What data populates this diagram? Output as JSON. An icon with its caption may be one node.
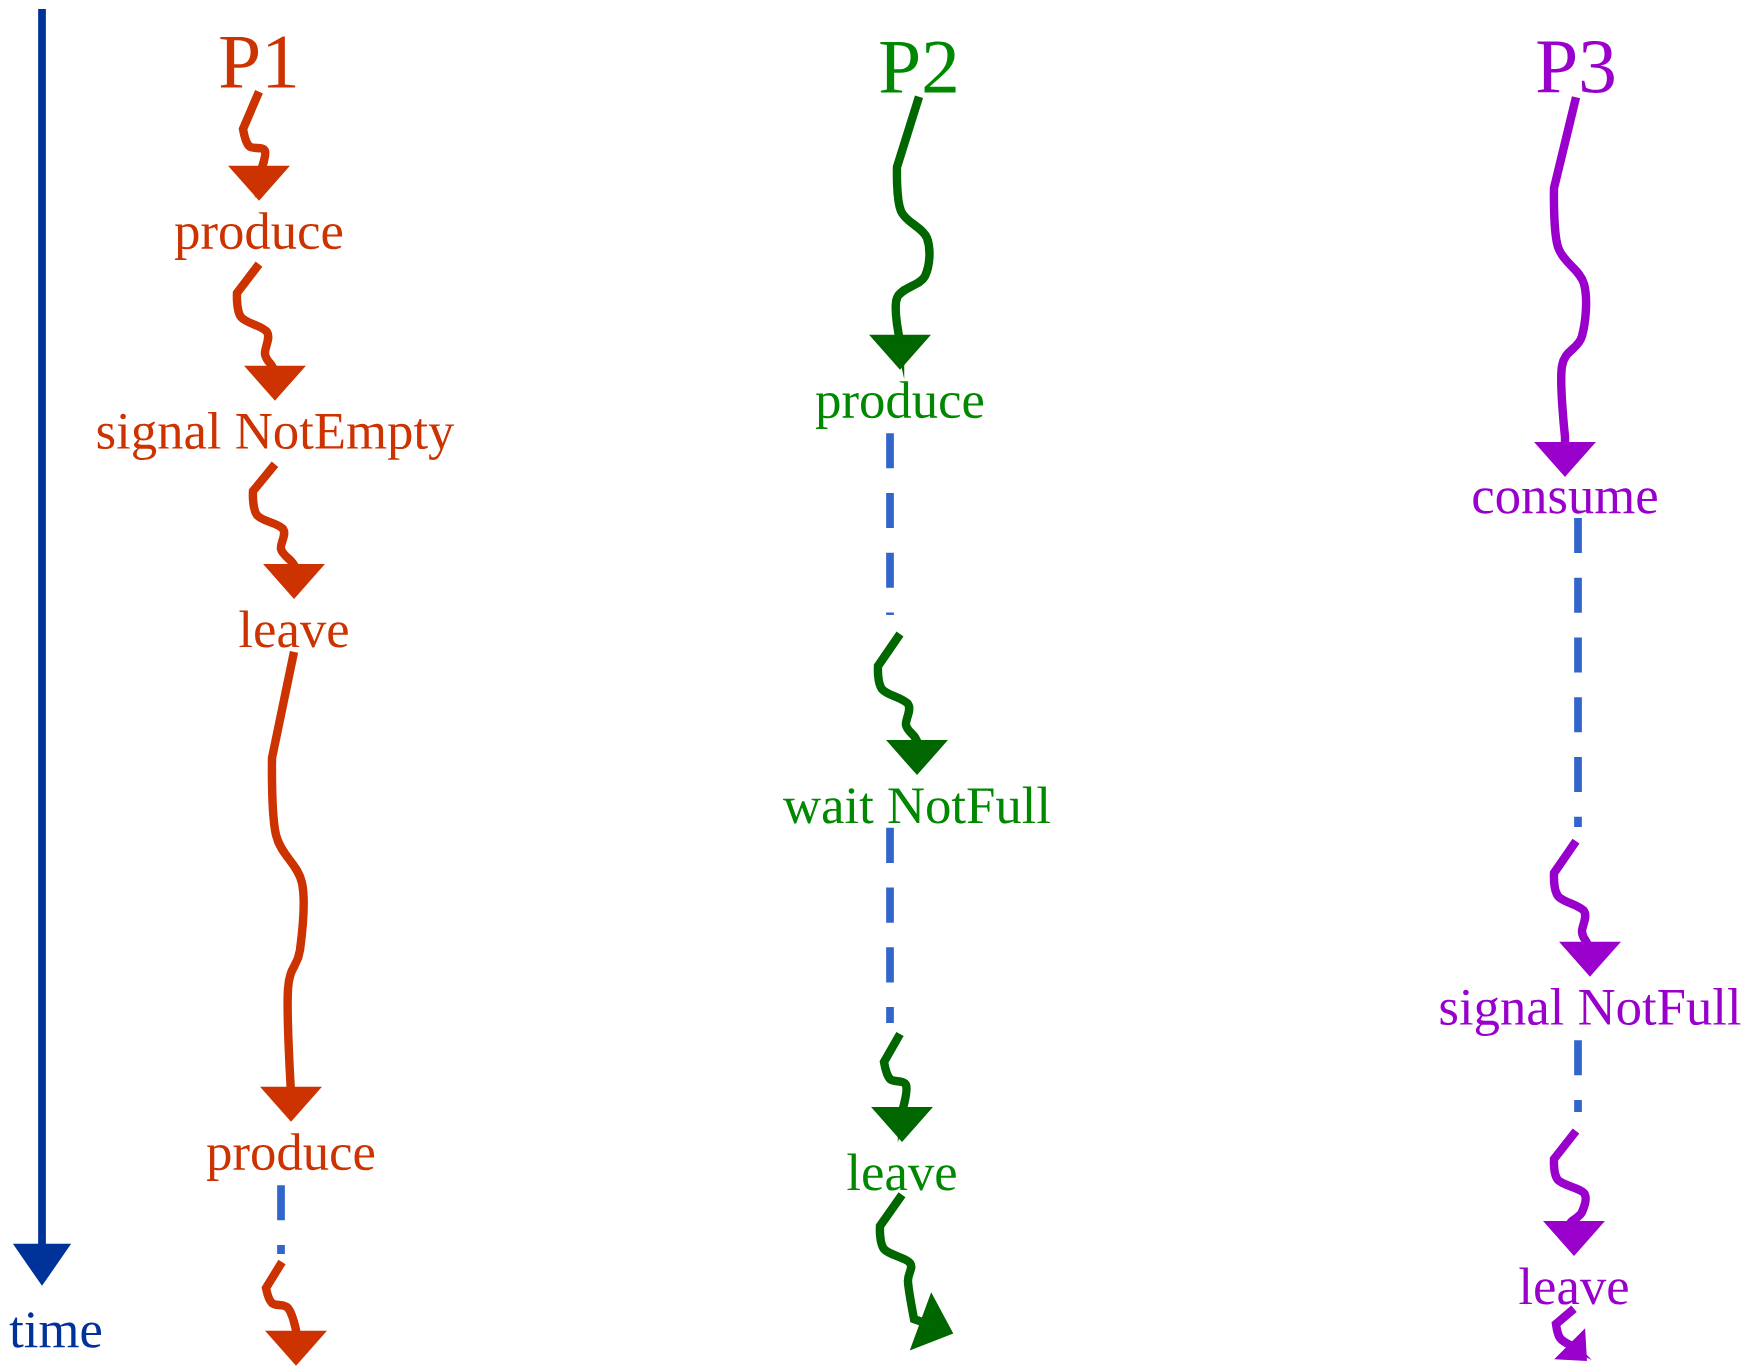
{
  "diagram": {
    "nodes": [
      {
        "text": [
          "P1"
        ]
      },
      {
        "text": [
          "produce"
        ]
      },
      {
        "text": [
          "signal NotEmpty"
        ]
      },
      {
        "text": [
          "leave"
        ]
      },
      {
        "text": [
          "produce"
        ]
      },
      {
        "text": [
          "P2"
        ]
      },
      {
        "text": [
          "produce"
        ]
      },
      {
        "text": [
          "wait NotFull"
        ]
      },
      {
        "text": [
          "leave"
        ]
      },
      {
        "text": [
          "P3"
        ]
      },
      {
        "text": [
          "consume"
        ]
      },
      {
        "text": [
          "signal NotFull"
        ]
      },
      {
        "text": [
          "leave"
        ]
      }
    ],
    "edges": [
      {
        "from": 0,
        "to": 1,
        "arrow": "to",
        "color": "#cc3300"
      },
      {
        "from": 1,
        "to": 2,
        "arrow": "to",
        "color": "#cc3300"
      },
      {
        "from": 2,
        "to": 3,
        "arrow": "to",
        "color": "#cc3300"
      },
      {
        "from": 3,
        "to": 4,
        "arrow": "to",
        "color": "#cc3300"
      },
      {
        "from": 4,
        "to": null,
        "arrow": "none",
        "style": "dashed",
        "color": "#3366cc"
      },
      {
        "from": 5,
        "to": 6,
        "arrow": "to",
        "color": "#006600"
      },
      {
        "from": 6,
        "to": null,
        "arrow": "none",
        "style": "dashed",
        "color": "#3366cc"
      },
      {
        "from": null,
        "to": 7,
        "arrow": "to",
        "color": "#006600"
      },
      {
        "from": 7,
        "to": null,
        "arrow": "none",
        "style": "dashed",
        "color": "#3366cc"
      },
      {
        "from": null,
        "to": 8,
        "arrow": "to",
        "color": "#006600"
      },
      {
        "from": 8,
        "to": null,
        "arrow": "to",
        "color": "#006600"
      },
      {
        "from": 9,
        "to": 10,
        "arrow": "to",
        "color": "#9900cc"
      },
      {
        "from": 10,
        "to": null,
        "arrow": "none",
        "style": "dashed",
        "color": "#3366cc"
      },
      {
        "from": null,
        "to": 11,
        "arrow": "to",
        "color": "#9900cc"
      },
      {
        "from": 11,
        "to": null,
        "arrow": "none",
        "style": "dashed",
        "color": "#3366cc"
      },
      {
        "from": null,
        "to": 12,
        "arrow": "to",
        "color": "#9900cc"
      },
      {
        "from": 12,
        "to": null,
        "arrow": "to",
        "color": "#9900cc"
      }
    ],
    "labels": [
      "time"
    ]
  }
}
